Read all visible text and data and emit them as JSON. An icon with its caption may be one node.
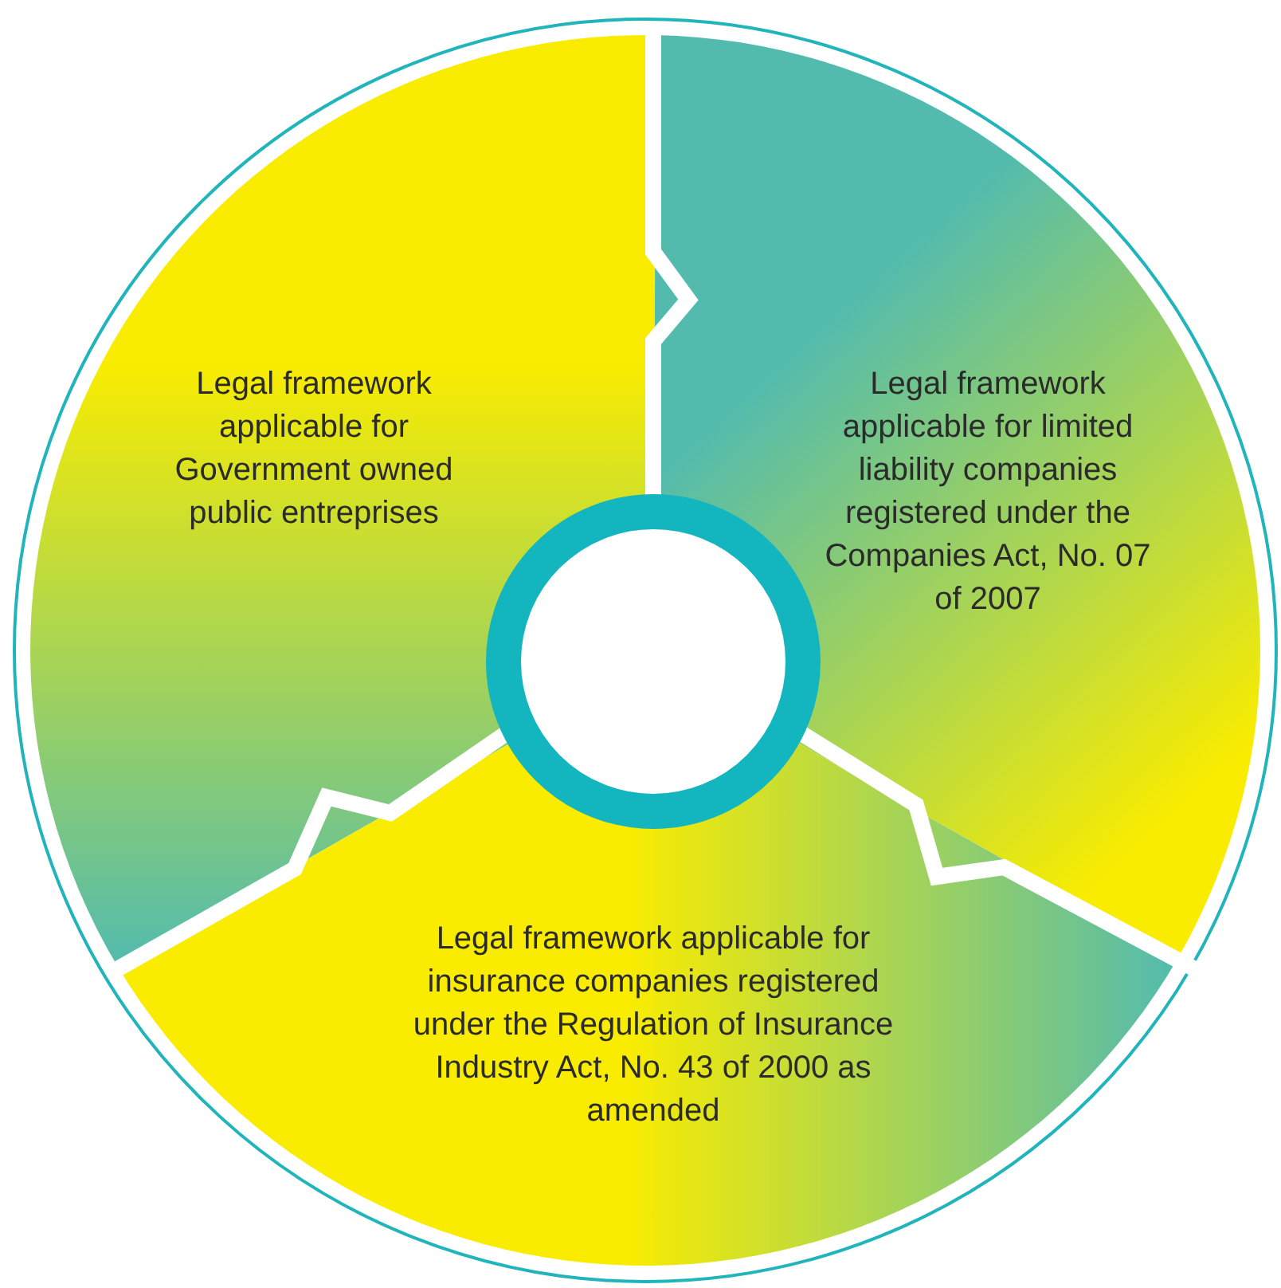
{
  "diagram": {
    "nodes": [
      {
        "text": [
          "Legal framework applicable for Government owned public entreprises"
        ]
      },
      {
        "text": [
          "Legal framework applicable for limited liability companies registered under the Companies Act, No. 07 of 2007"
        ]
      },
      {
        "text": [
          "Legal framework applicable for insurance companies registered under the Regulation of Insurance Industry Act, No. 43 of 2000 as amended"
        ]
      },
      {
        "text": [],
        "shape": "circle"
      }
    ]
  }
}
